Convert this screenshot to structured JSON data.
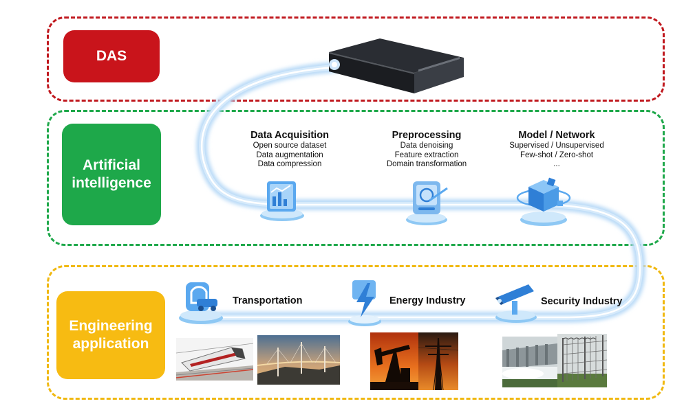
{
  "layers": {
    "das": {
      "label": "DAS",
      "color": "#c9141b"
    },
    "ai": {
      "label_line1": "Artificial",
      "label_line2": "intelligence",
      "color": "#1ea84a"
    },
    "engineering": {
      "label_line1": "Engineering",
      "label_line2": "application",
      "color": "#f7bb12"
    }
  },
  "stages": [
    {
      "title": "Data Acquisition",
      "lines": [
        "Open source dataset",
        "Data  augmentation",
        "Data compression"
      ],
      "icon": "data-chart-icon"
    },
    {
      "title": "Preprocessing",
      "lines": [
        "Data denoising",
        "Feature extraction",
        "Domain transformation"
      ],
      "icon": "filter-device-icon"
    },
    {
      "title": "Model / Network",
      "lines": [
        "Supervised / Unsupervised",
        "Few-shot / Zero-shot",
        "..."
      ],
      "icon": "network-cube-icon"
    }
  ],
  "applications": [
    {
      "label": "Transportation",
      "icon": "car-icon"
    },
    {
      "label": "Energy Industry",
      "icon": "lightning-icon"
    },
    {
      "label": "Security Industry",
      "icon": "camera-icon"
    }
  ],
  "device": {
    "icon": "das-interrogator-unit-icon"
  },
  "photos": [
    "train-photo",
    "bridge-photo",
    "oil-pump-photo",
    "power-tower-photo",
    "dam-photo",
    "fence-photo"
  ]
}
